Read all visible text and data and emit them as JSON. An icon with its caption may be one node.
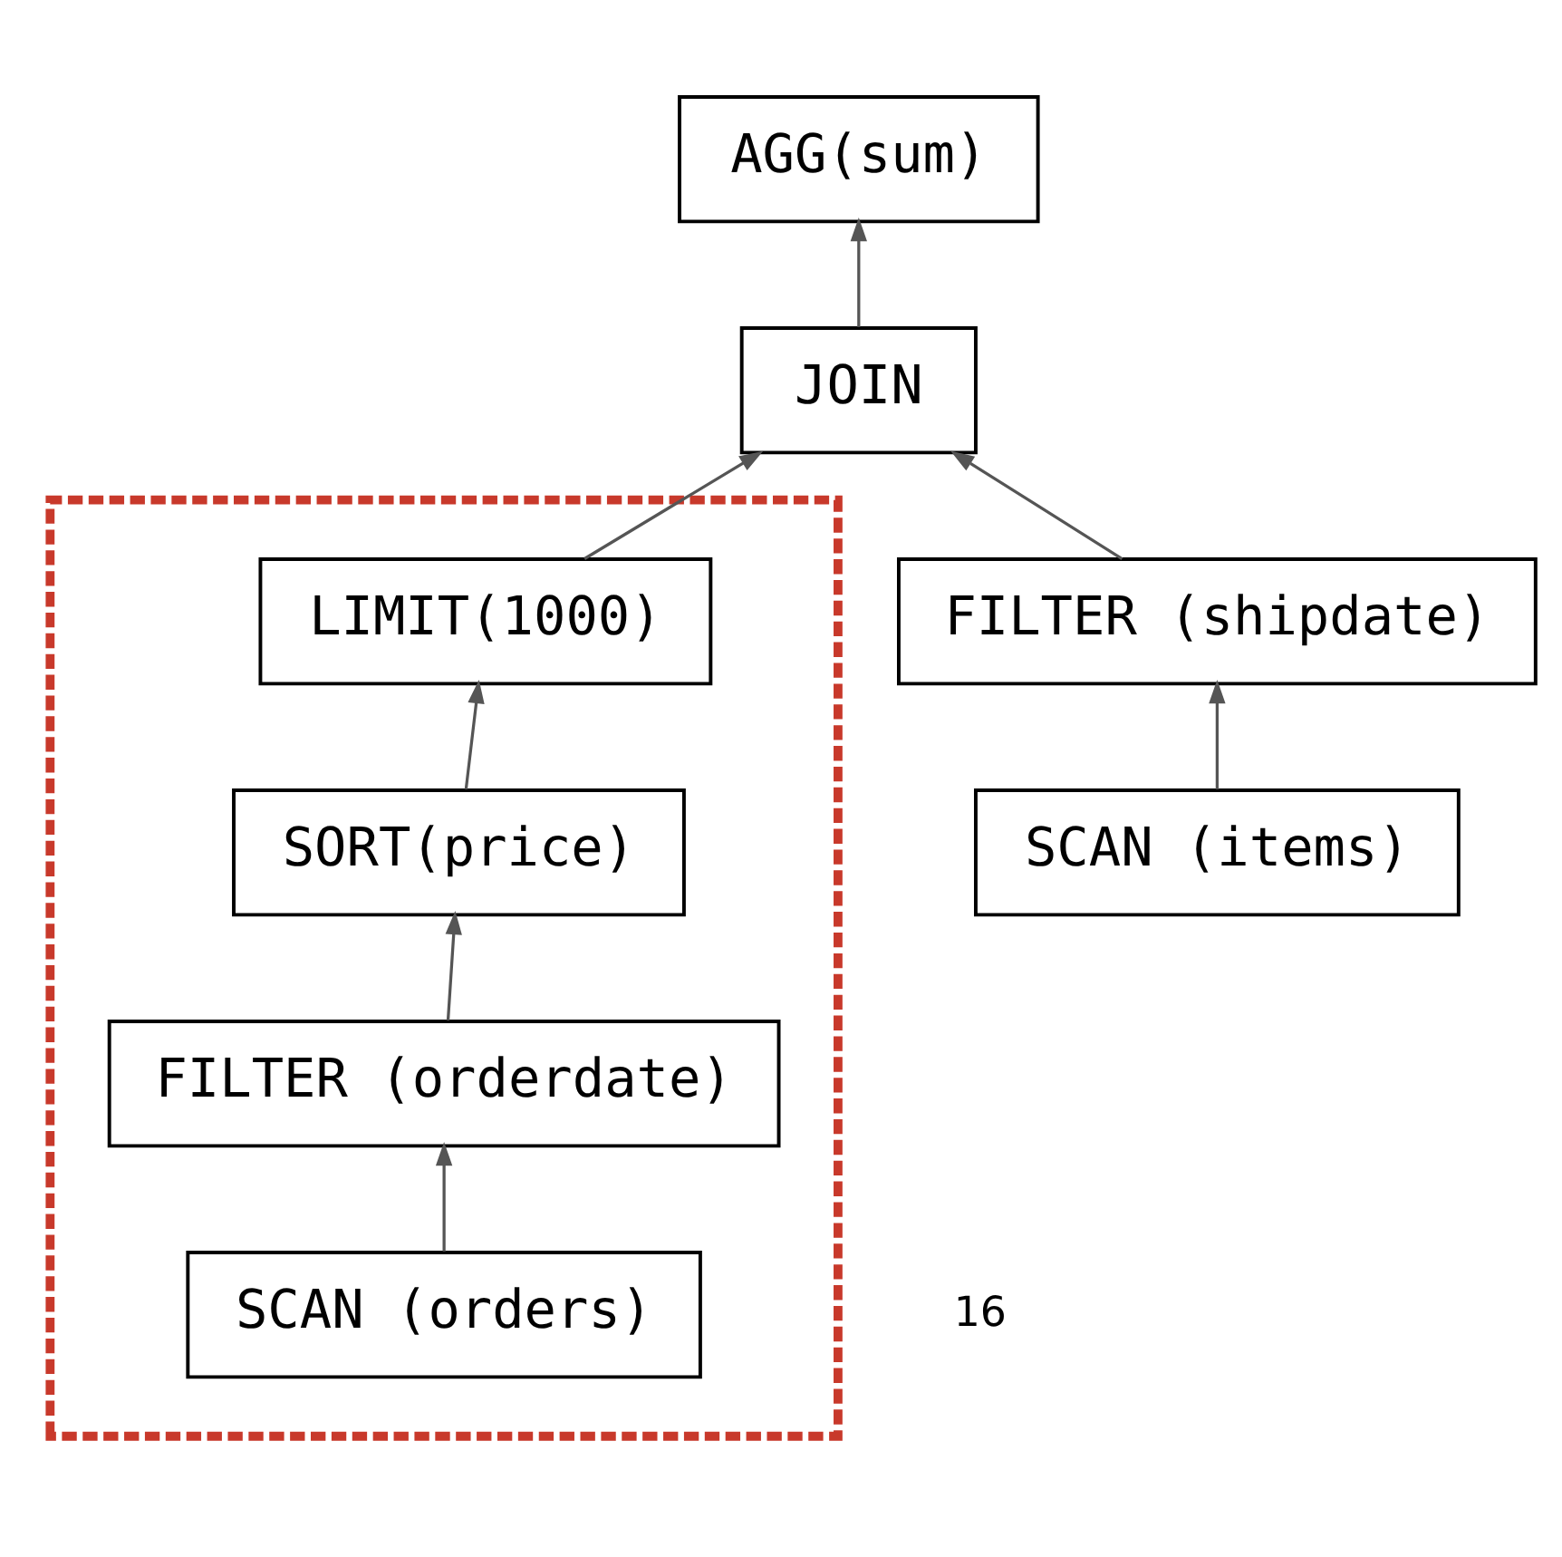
{
  "diagram": {
    "nodes": [
      {
        "text": [
          "AGG(sum)"
        ]
      },
      {
        "text": [
          "JOIN"
        ]
      },
      {
        "text": [],
        "shape": "box"
      },
      {
        "text": [
          "LIMIT(1000)"
        ],
        "in": 2
      },
      {
        "text": [
          "SORT(price)"
        ],
        "in": 2
      },
      {
        "text": [
          "FILTER (orderdate)"
        ],
        "in": 2
      },
      {
        "text": [
          "SCAN (orders)"
        ],
        "in": 2
      },
      {
        "text": [
          "FILTER (shipdate)"
        ]
      },
      {
        "text": [
          "SCAN (items)"
        ]
      }
    ],
    "edges": [
      {
        "from": 1,
        "to": 0,
        "arrow": "to"
      },
      {
        "from": 3,
        "to": 1,
        "arrow": "to"
      },
      {
        "from": 7,
        "to": 1,
        "arrow": "to"
      },
      {
        "from": 4,
        "to": 3,
        "arrow": "to"
      },
      {
        "from": 5,
        "to": 4,
        "arrow": "to"
      },
      {
        "from": 6,
        "to": 5,
        "arrow": "to"
      },
      {
        "from": 8,
        "to": 7,
        "arrow": "to"
      }
    ],
    "labels": [
      "16"
    ]
  }
}
